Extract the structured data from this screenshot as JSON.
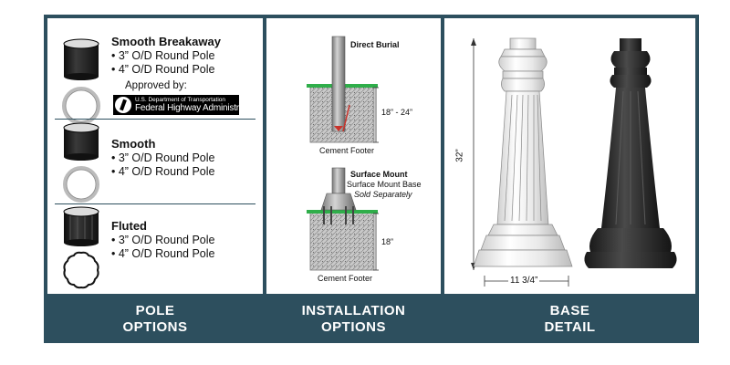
{
  "pole_options": {
    "breakaway": {
      "title": "Smooth Breakaway",
      "lines": [
        "• 3” O/D Round Pole",
        "• 4” O/D Round Pole"
      ],
      "approved_label": "Approved by:",
      "agency_line1": "U.S. Department of Transportation",
      "agency_line2": "Federal Highway Administration"
    },
    "smooth": {
      "title": "Smooth",
      "lines": [
        "• 3” O/D Round Pole",
        "• 4” O/D Round Pole"
      ]
    },
    "fluted": {
      "title": "Fluted",
      "lines": [
        "• 3” O/D Round Pole",
        "• 4” O/D Round Pole"
      ]
    }
  },
  "installation": {
    "direct": {
      "title": "Direct Burial",
      "depth": "18” - 24”",
      "footer": "Cement Footer"
    },
    "surface": {
      "title": "Surface Mount",
      "subtitle": "Surface Mount Base",
      "note": "Sold Separately",
      "depth": "18”",
      "footer": "Cement Footer"
    }
  },
  "base": {
    "height": "32”",
    "width": "11 3/4”"
  },
  "footer": {
    "pole_line1": "POLE",
    "pole_line2": "OPTIONS",
    "install_line1": "INSTALLATION",
    "install_line2": "OPTIONS",
    "base_line1": "BASE",
    "base_line2": "DETAIL"
  },
  "colors": {
    "frame": "#2d4f5e",
    "pole_black": "#1c1c1c",
    "base_black": "#2a2a2a",
    "ground_green": "#2fae4a",
    "cutaway_red": "#c9332b"
  }
}
